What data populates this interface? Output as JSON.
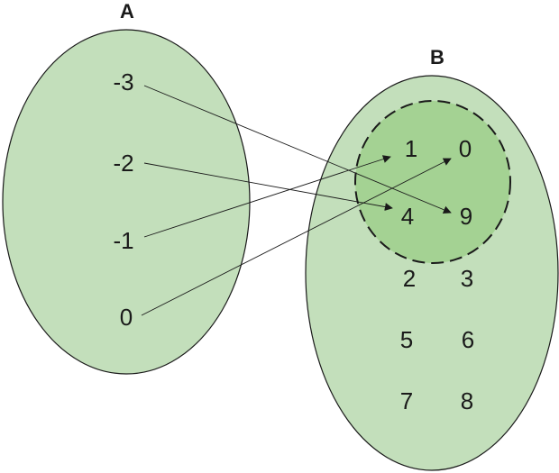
{
  "set_a": {
    "label": "A",
    "elements": [
      "-3",
      "-2",
      "-1",
      "0"
    ]
  },
  "set_b": {
    "label": "B",
    "range_elements": [
      "1",
      "0",
      "4",
      "9"
    ],
    "other_elements": [
      "2",
      "3",
      "5",
      "6",
      "7",
      "8"
    ]
  },
  "mapping": [
    {
      "from": "-3",
      "to": "9"
    },
    {
      "from": "-2",
      "to": "4"
    },
    {
      "from": "-1",
      "to": "1"
    },
    {
      "from": "0",
      "to": "0"
    }
  ],
  "colors": {
    "set_fill": "#c3dfbb",
    "range_fill": "#a4d293",
    "outline": "#1a1a1a",
    "text": "#1a1a1a"
  }
}
